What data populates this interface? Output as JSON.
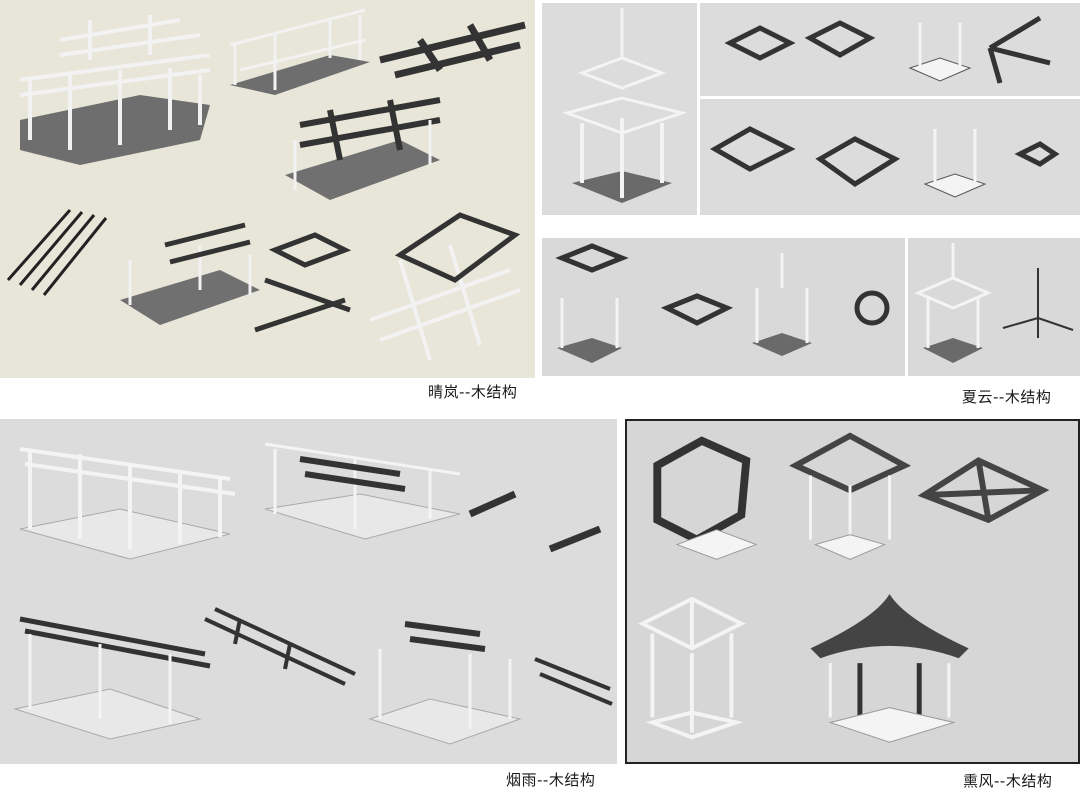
{
  "captions": {
    "qinglan": "晴岚--木结构",
    "xiayun": "夏云--木结构",
    "yanyu": "烟雨--木结构",
    "xunfeng": "熏风--木结构"
  },
  "colors": {
    "panel_beige": "#e7e6d9",
    "panel_gray": "#dcdcdc",
    "beam_dark": "#333333",
    "beam_white": "#f4f4f4",
    "platform": "#707070"
  }
}
